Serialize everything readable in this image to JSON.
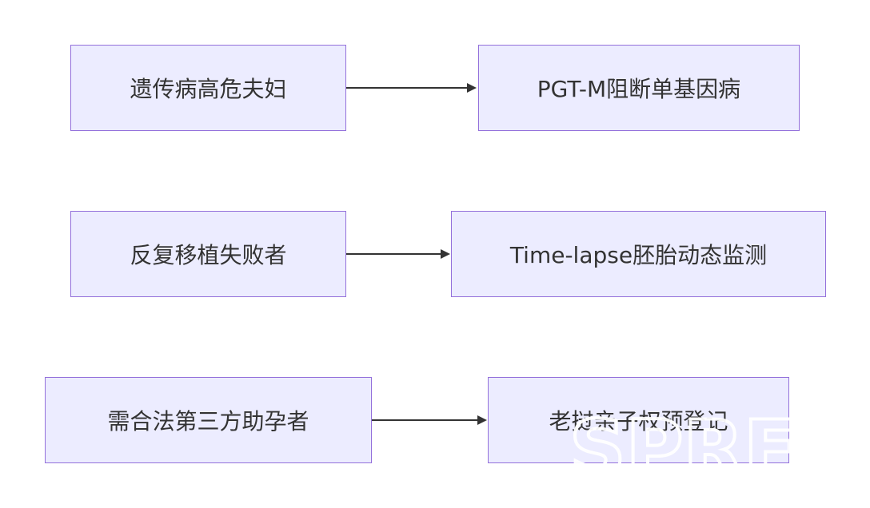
{
  "colors": {
    "node_fill": "#ECECFF",
    "node_border": "#9370DB",
    "edge": "#333333",
    "text": "#333333"
  },
  "nodes": {
    "n1": {
      "label": "遗传病高危夫妇"
    },
    "n2": {
      "label": "PGT-M阻断单基因病"
    },
    "n3": {
      "label": "反复移植失败者"
    },
    "n4": {
      "label": "Time-lapse胚胎动态监测"
    },
    "n5": {
      "label": "需合法第三方助孕者"
    },
    "n6": {
      "label": "老挝亲子权预登记"
    }
  },
  "edges": [
    {
      "from": "n1",
      "to": "n2"
    },
    {
      "from": "n3",
      "to": "n4"
    },
    {
      "from": "n5",
      "to": "n6"
    }
  ],
  "watermark": {
    "text": "SPREAD",
    "icon": "sun-rays-icon"
  }
}
